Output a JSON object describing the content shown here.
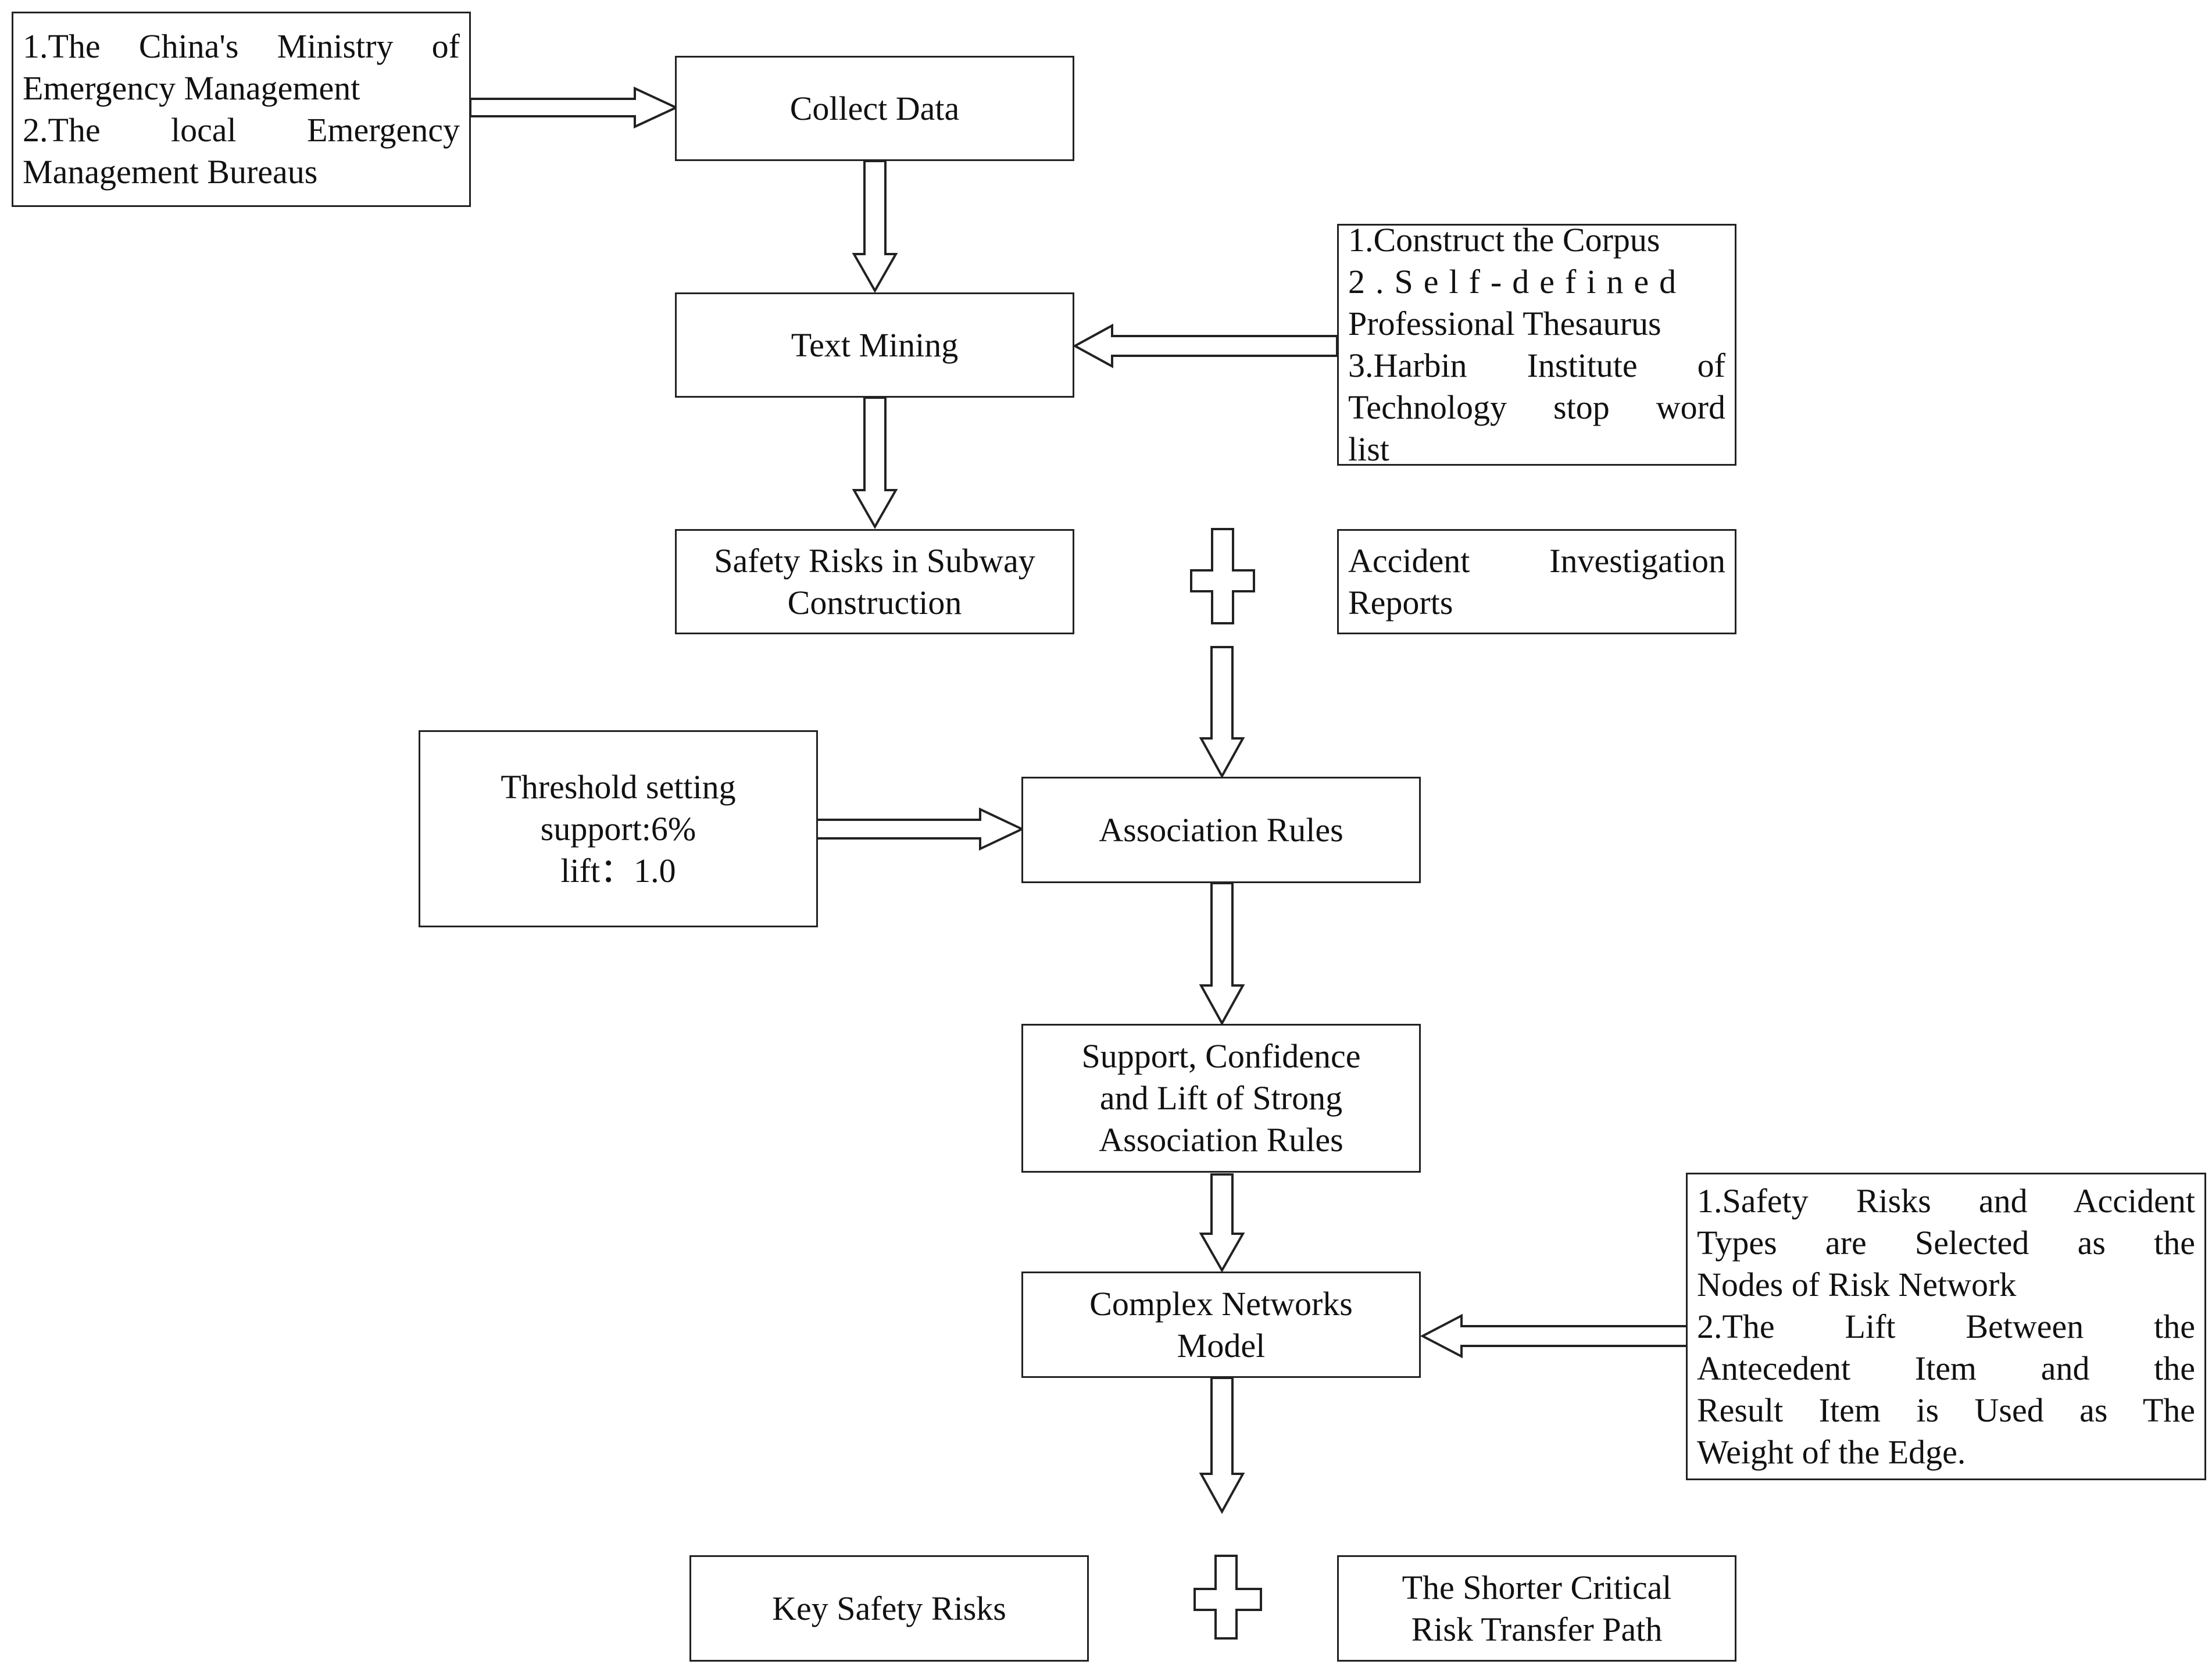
{
  "sources": {
    "lines": [
      "1.The China's Ministry of",
      "Emergency Management",
      "2.The local Emergency",
      "Management Bureaus"
    ]
  },
  "collect_data": {
    "label": "Collect Data"
  },
  "text_mining": {
    "label": "Text Mining"
  },
  "corpus": {
    "lines": [
      "1.Construct the Corpus",
      "2.Self-defined",
      "Professional Thesaurus",
      "3.Harbin Institute of",
      "Technology stop word",
      "list"
    ]
  },
  "safety_risks": {
    "lines": [
      "Safety Risks in Subway",
      "Construction"
    ]
  },
  "accident_reports": {
    "lines": [
      "Accident Investigation",
      "Reports"
    ]
  },
  "threshold": {
    "lines": [
      "Threshold setting",
      "support:6%",
      "lift：1.0"
    ]
  },
  "association_rules": {
    "label": "Association Rules"
  },
  "support_confidence": {
    "lines": [
      "Support, Confidence",
      "and Lift of Strong",
      "Association Rules"
    ]
  },
  "complex_networks": {
    "lines": [
      "Complex Networks",
      "Model"
    ]
  },
  "network_notes": {
    "lines": [
      "1.Safety Risks and Accident",
      "Types are Selected as the",
      "Nodes of Risk Network",
      "2.The Lift Between the",
      "Antecedent Item and the",
      "Result Item is Used as The",
      "Weight of the Edge."
    ]
  },
  "key_risks": {
    "label": "Key Safety Risks"
  },
  "transfer_path": {
    "lines": [
      "The Shorter Critical",
      "Risk Transfer Path"
    ]
  }
}
